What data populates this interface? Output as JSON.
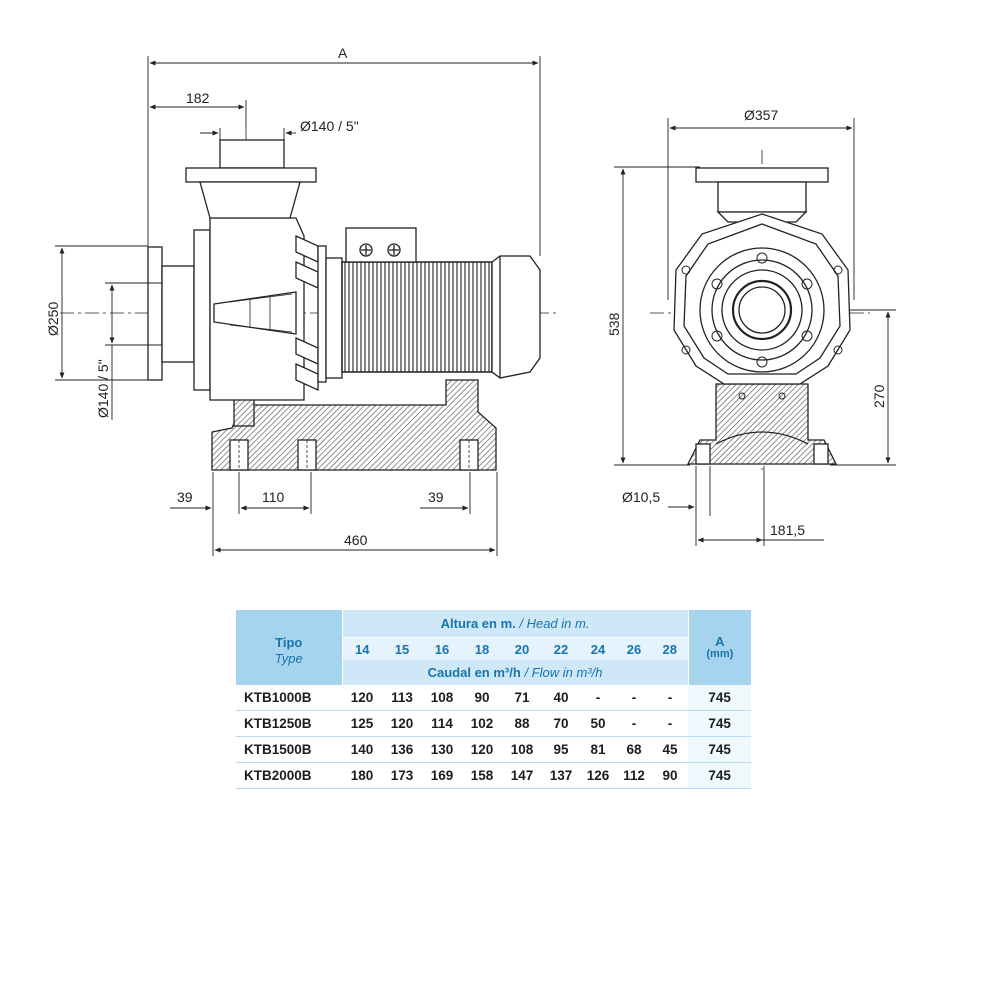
{
  "diagram": {
    "labels": {
      "overall_length": "A",
      "outlet_offset": "182",
      "outlet_diameter": "Ø140 / 5\"",
      "flange_diameter": "Ø250",
      "inlet_diameter": "Ø140 / 5\"",
      "foot_left": "39",
      "foot_span": "110",
      "foot_right": "39",
      "base_length": "460",
      "side_width": "Ø357",
      "total_height": "538",
      "axis_height": "270",
      "bolt_hole": "Ø10,5",
      "half_base": "181,5"
    }
  },
  "table": {
    "type_label_es": "Tipo",
    "type_label_en": "Type",
    "head_label_es": "Altura en m.",
    "head_label_en": "/ Head in m.",
    "flow_label_es": "Caudal en m³/h",
    "flow_label_en": "/ Flow in m³/h",
    "a_label": "A",
    "a_unit": "(mm)",
    "heads": [
      "14",
      "15",
      "16",
      "18",
      "20",
      "22",
      "24",
      "26",
      "28"
    ],
    "rows": [
      {
        "model": "KTB1000B",
        "flows": [
          "120",
          "113",
          "108",
          "90",
          "71",
          "40",
          "-",
          "-",
          "-"
        ],
        "a": "745"
      },
      {
        "model": "KTB1250B",
        "flows": [
          "125",
          "120",
          "114",
          "102",
          "88",
          "70",
          "50",
          "-",
          "-"
        ],
        "a": "745"
      },
      {
        "model": "KTB1500B",
        "flows": [
          "140",
          "136",
          "130",
          "120",
          "108",
          "95",
          "81",
          "68",
          "45"
        ],
        "a": "745"
      },
      {
        "model": "KTB2000B",
        "flows": [
          "180",
          "173",
          "169",
          "158",
          "147",
          "137",
          "126",
          "112",
          "90"
        ],
        "a": "745"
      }
    ]
  }
}
